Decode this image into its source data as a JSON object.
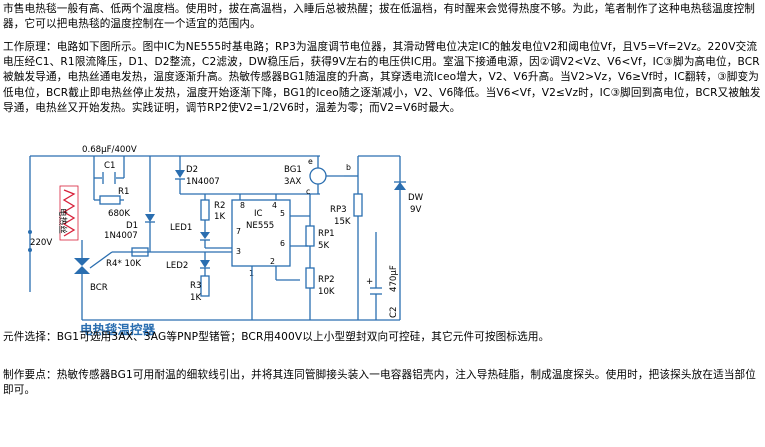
{
  "paragraphs": {
    "p1": "市售电热毯一般有高、低两个温度档。使用时，拔在高温档，入睡后总被热醒；拔在低温档，有时醒来会觉得热度不够。为此，笔者制作了这种电热毯温度控制器，它可以把电热毯的温度控制在一个适宜的范围内。",
    "p2": "工作原理：电路如下图所示。图中IC为NE555时基电路；RP3为温度调节电位器，其滑动臂电位决定IC的触发电位V2和阈电位Vf，且V5=Vf=2Vz。220V交流电压经C1、R1限流降压，D1、D2整流，C2滤波，DW稳压后，获得9V左右的电压供IC用。室温下接通电源，因②调V2<Vz、V6<Vf，IC③脚为高电位，BCR被触发导通，电热丝通电发热，温度逐渐升高。热敏传感器BG1随温度的升高，其穿透电流Iceo增大，V2、V6升高。当V2>Vz，V6≥Vf时，IC翻转，③脚变为低电位，BCR截止即电热丝停止发热，温度开始逐渐下降，BG1的Iceo随之逐渐减小，V2、V6降低。当V6<Vf，V2≤Vz时，IC③脚回到高电位，BCR又被触发导通，电热丝又开始发热。实践证明，调节RP2使V2=1/2V6时，温差为零；而V2=V6时最大。",
    "p3": "元件选择：BG1可选用3AX、3AG等PNP型锗管；BCR用400V以上小型塑封双向可控硅，其它元件可按图标选用。",
    "p4": "制作要点：热敏传感器BG1可用耐温的细软线引出，并将其连同管脚接头装入一电容器铝壳内，注入导热硅脂，制成温度探头。使用时，把该探头放在适当部位即可。"
  },
  "schematic": {
    "caption": "电热毯温控器",
    "heater_label": "电热丝",
    "mains_label": "220V",
    "c1_value": "0.68μF/400V",
    "c1": "C1",
    "r1": "R1",
    "r1_value": "680K",
    "d1": "D1",
    "d1_part": "1N4007",
    "d2": "D2",
    "d2_part": "1N4007",
    "r2": "R2",
    "r2_value": "1K",
    "led1": "LED1",
    "led2": "LED2",
    "r3": "R3",
    "r3_value": "1K",
    "r4": "R4* 10K",
    "bcr": "BCR",
    "ic": "IC",
    "ic_part": "NE555",
    "pin8": "8",
    "pin4": "4",
    "pin7": "7",
    "pin5": "5",
    "pin3": "3",
    "pin6": "6",
    "pin1": "1",
    "pin2": "2",
    "bg1": "BG1",
    "bg1_part": "3AX",
    "bg1_e": "e",
    "bg1_b": "b",
    "bg1_c": "c",
    "rp3": "RP3",
    "rp3_value": "15K",
    "rp1": "RP1",
    "rp1_value": "5K",
    "rp2": "RP2",
    "rp2_value": "10K",
    "dw": "DW",
    "dw_value": "9V",
    "c2": "C2",
    "c2_value": "470μF",
    "c2_plus": "+"
  },
  "colors": {
    "wire": "#2a6eb0",
    "heater": "#d8203a",
    "caption": "#2a6eb0"
  }
}
